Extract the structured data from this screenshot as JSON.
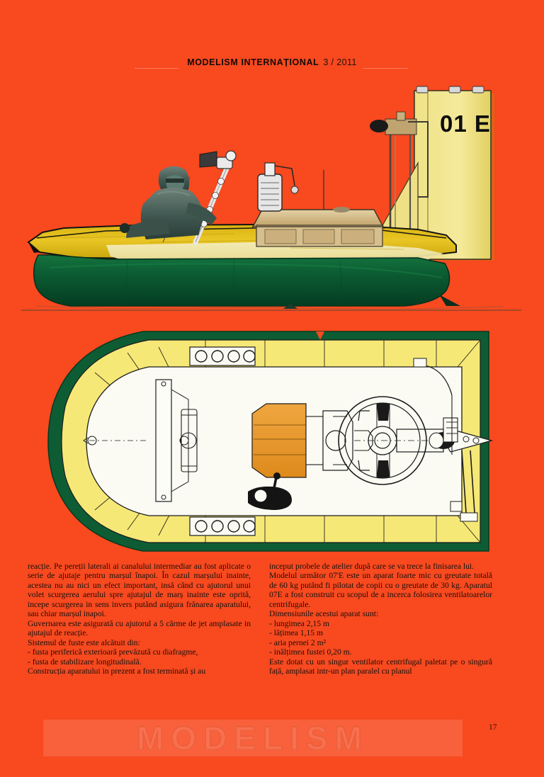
{
  "header": {
    "title": "MODELISM  INTERNAȚIONAL",
    "issue": "3 / 2011"
  },
  "figures": {
    "side_view": {
      "caption_marking": "01 E",
      "colors": {
        "hull_yellow": "#E8C21A",
        "hull_yellow_light": "#F2E9A8",
        "skirt_green": "#0C6137",
        "skirt_green_dark": "#054225",
        "cabin_tan": "#C9A96E",
        "cabin_tan_light": "#E3CFA3",
        "fin_yellow": "#F0E07A",
        "pilot_dark": "#445C54",
        "outline_black": "#111111"
      }
    },
    "plan_view": {
      "colors": {
        "deck_yellow": "#F6E877",
        "hull_green": "#0E5C34",
        "interior_white": "#FBFBF4",
        "tank_orange": "#E8962B",
        "line_black": "#1a1a1a"
      }
    }
  },
  "body_text": {
    "left_column": [
      "reacție. Pe pereții laterali ai canalului intermediar au fost aplicate o serie de ajutaje pentru marșul înapoi. În cazul marșului inainte, acestea nu au nici un efect important, insă cănd cu ajutorul unui volet scurgerea aerului spre ajutajul de marș inainte este oprită, incepe scurgerea in sens invers putănd asigura frănarea aparatului, sau chiar marșul inapoi.",
      "Guvernarea este asigurată cu ajutorul a 5 cărme de jet amplasate in ajutajul de reacție.",
      "Sistemul de fuste este alcătuit din:",
      "-  fusta periferică exterioară prevăzută cu diafragme,",
      "-  fusta de stabilizare longitudinală.",
      "Construcția aparatului in prezent a fost terminată și au"
    ],
    "right_column": [
      "inceput probele de atelier după care se va trece la finisarea lui.",
      "Modelul următor 07'E este un aparat foarte mic cu greutate totală de 60 kg putănd fi pilotat de copii cu o greutate de 30 kg. Aparatul 07E a fost construit cu scopul de a incerca folosirea ventilatoarelor centrifugale.",
      "Dimensiunile acestui aparat sunt:",
      "-  lungimea 2,15 m",
      "-  lățimea 1,15 m",
      "-  aria pernei  2 m²",
      "-  inălțimea fustei 0,20 m.",
      "Este dotat cu un singur ventilator centrifugal paletat pe o singură față, amplasat intr-un plan paralel cu planul"
    ]
  },
  "footer": {
    "logo_text": "MODELISM",
    "page_number": "17"
  }
}
